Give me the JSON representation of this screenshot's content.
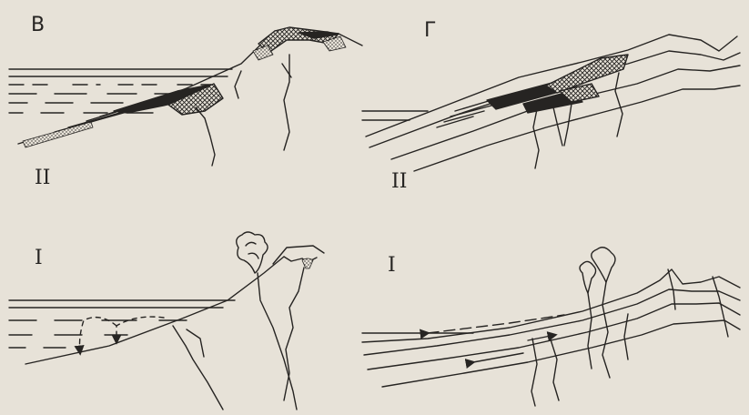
{
  "panels": [
    {
      "id": "v",
      "letter": "В",
      "stages": [
        {
          "roman": "II"
        },
        {
          "roman": "I"
        }
      ]
    },
    {
      "id": "g",
      "letter": "Г",
      "stages": [
        {
          "roman": "II"
        },
        {
          "roman": "I"
        }
      ]
    }
  ],
  "colors": {
    "paper": "#e7e2d8",
    "ink": "#262422"
  }
}
